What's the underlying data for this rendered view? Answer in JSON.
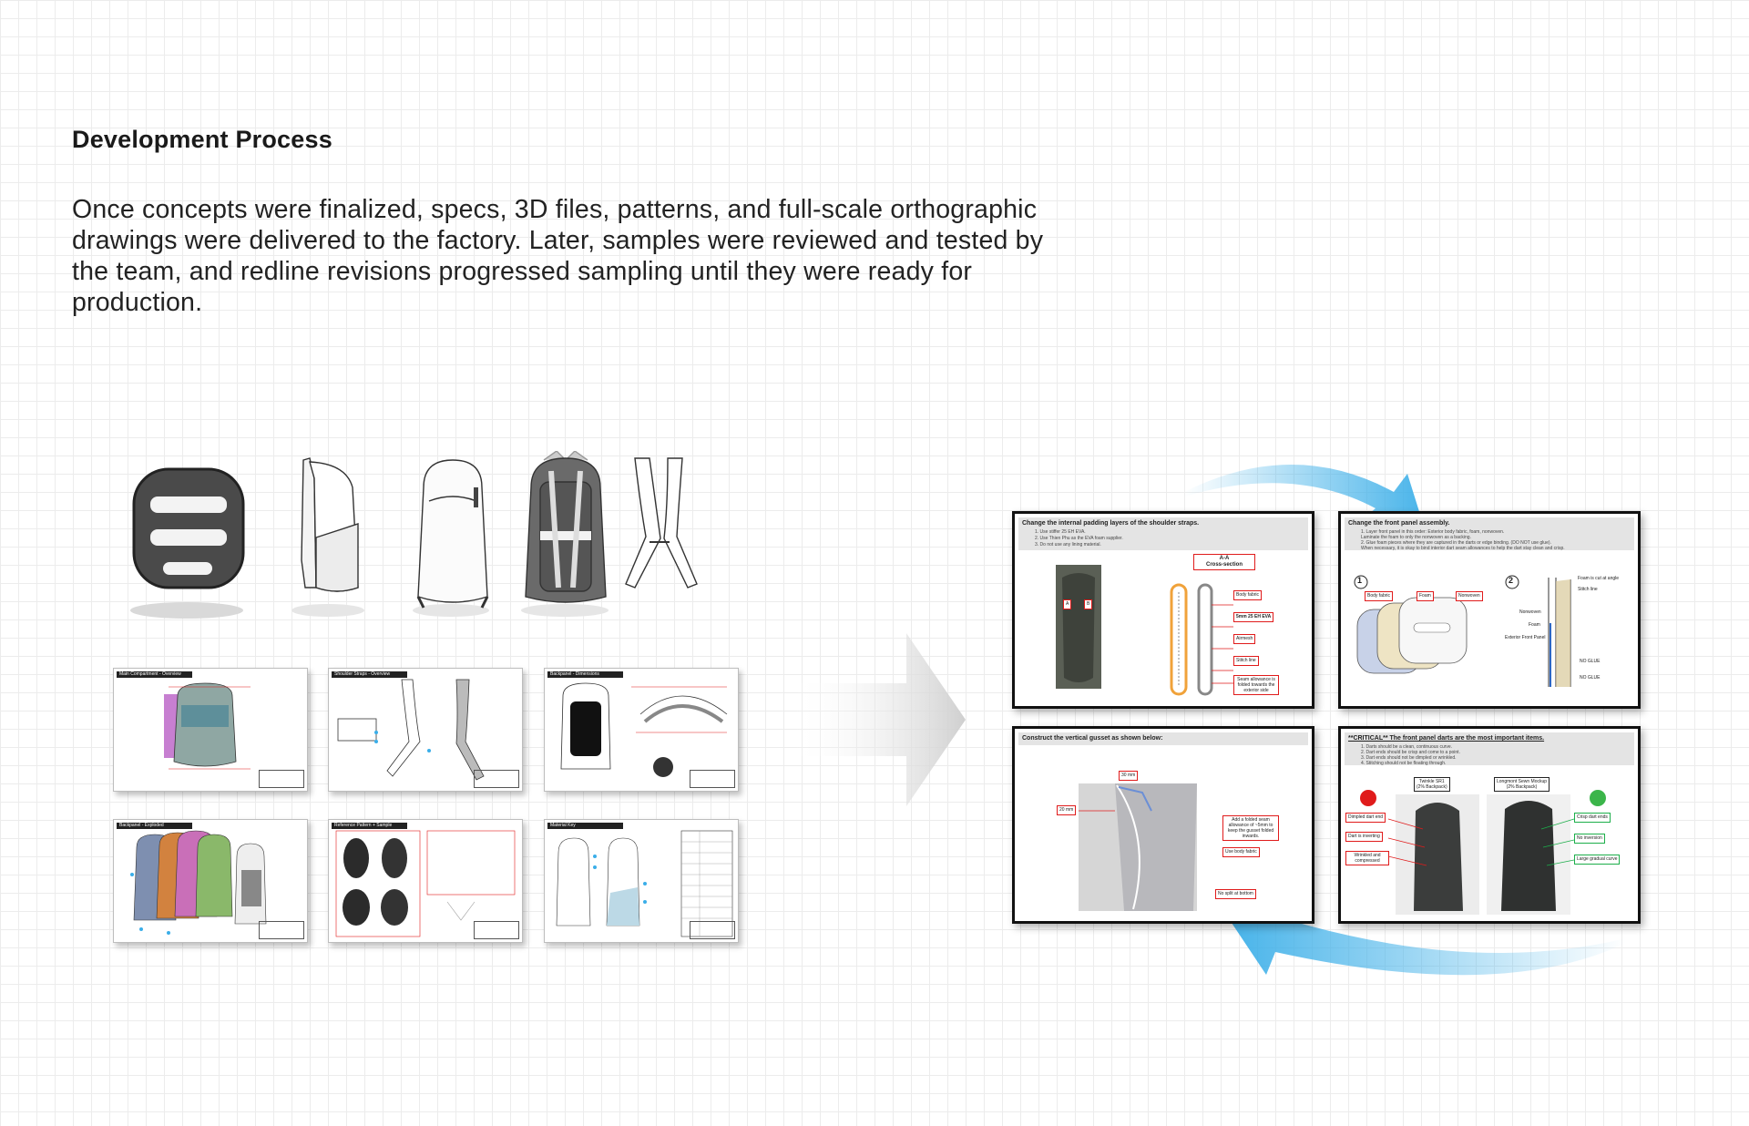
{
  "heading": "Development Process",
  "body": "Once concepts were finalized, specs, 3D files, patterns, and full-scale orthographic drawings were delivered to the factory. Later, samples were reviewed and tested by the team, and redline revisions progressed sampling until they were ready for production.",
  "colors": {
    "accent_red": "#e01b1b",
    "arrow_blue": "#3aaee8",
    "arrow_gray": "#d5d5d5"
  },
  "tech_pack_sheets": [
    {
      "title": "Main Compartment - Overview"
    },
    {
      "title": "Shoulder Straps - Overview"
    },
    {
      "title": "Backpanel - Dimensions"
    },
    {
      "title": "Backpanel - Exploded"
    },
    {
      "title": "Reference Pattern + Sample"
    },
    {
      "title": "Material Key"
    }
  ],
  "slides": {
    "shoulder": {
      "title": "Change the internal padding layers of the shoulder straps.",
      "lines": [
        "1.   Use stiffer 25 EH EVA.",
        "2.   Use Thien Phu as the EVA foam supplier.",
        "3.   Do not use any lining material."
      ],
      "section_label": "A-A\nCross-section",
      "callouts": [
        "Body fabric",
        "5mm 25 EH EVA",
        "Airmesh",
        "Stitch line",
        "Seam allowance is folded towards the exterior side"
      ],
      "markers": [
        "A",
        "B"
      ]
    },
    "front": {
      "title": "Change the front panel assembly.",
      "lines": [
        "1.   Layer front panel in this order: Exterior body fabric, foam, nonwoven.",
        "      Laminate the foam to only the nonwoven as a backing.",
        "2.   Glue foam pieces where they are captured in the darts or edge binding. (DO NOT use glue).",
        "      When necessary, it is okay to bind interior dart seam allowances to help the dart stay clean and crisp."
      ],
      "step1": "1",
      "step2": "2",
      "callouts": [
        "Body fabric",
        "Foam",
        "Nonwoven"
      ],
      "section_labels": [
        "Foam is cut at angle",
        "Stitch line",
        "Nonwoven",
        "Foam",
        "Exterior Front Panel",
        "NO GLUE",
        "NO GLUE"
      ]
    },
    "gusset": {
      "title": "Construct the vertical gusset as shown below:",
      "dims": [
        "30 mm",
        "20 mm"
      ],
      "callouts": [
        "Add a folded seam allowance of ~5mm to keep the gusset folded inwards.",
        "Use body fabric",
        "No split at bottom"
      ]
    },
    "darts": {
      "title": "**CRITICAL** The front panel darts are the most important items.",
      "lines": [
        "1.   Darts should be a clean, continuous curve.",
        "2.   Dart ends should be crisp and come to a point.",
        "3.   Dart ends should not be dimpled or wrinkled.",
        "4.   Stitching should not be floating through."
      ],
      "labels": [
        "Twinkle SR1\n(2% Backpack)",
        "Longmont Sewn Mockup\n(2% Backpack)"
      ],
      "bad": [
        "Dimpled dart end",
        "Dart is inverting",
        "Wrinkled and compressed"
      ],
      "good": [
        "Crisp dart ends",
        "No inversion",
        "Large gradual curve"
      ]
    }
  }
}
